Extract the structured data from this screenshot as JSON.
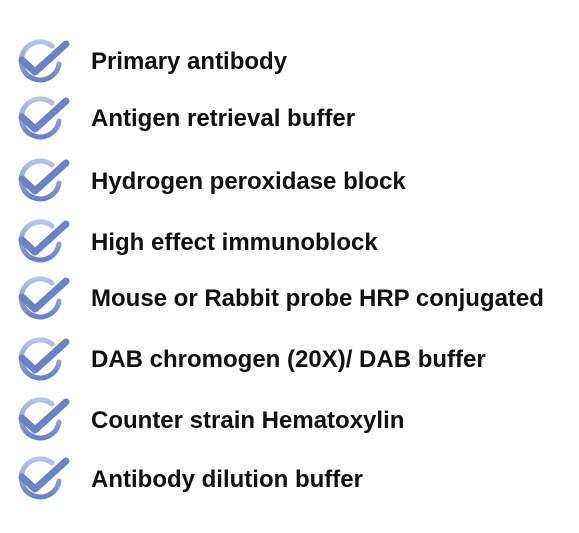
{
  "colors": {
    "check_fill": "#6b82c3",
    "check_light": "#b7c4e6",
    "text": "#111111"
  },
  "items": [
    {
      "label": "Primary antibody",
      "icon": "check-circle-icon"
    },
    {
      "label": "Antigen retrieval buffer",
      "icon": "check-circle-icon"
    },
    {
      "label": "Hydrogen peroxidase block",
      "icon": "check-circle-icon"
    },
    {
      "label": "High effect immunoblock",
      "icon": "check-circle-icon"
    },
    {
      "label": "Mouse or Rabbit probe HRP conjugated",
      "icon": "check-circle-icon"
    },
    {
      "label": "DAB chromogen (20X)/ DAB buffer",
      "icon": "check-circle-icon"
    },
    {
      "label": "Counter strain Hematoxylin",
      "icon": "check-circle-icon"
    },
    {
      "label": "Antibody dilution buffer",
      "icon": "check-circle-icon"
    }
  ]
}
